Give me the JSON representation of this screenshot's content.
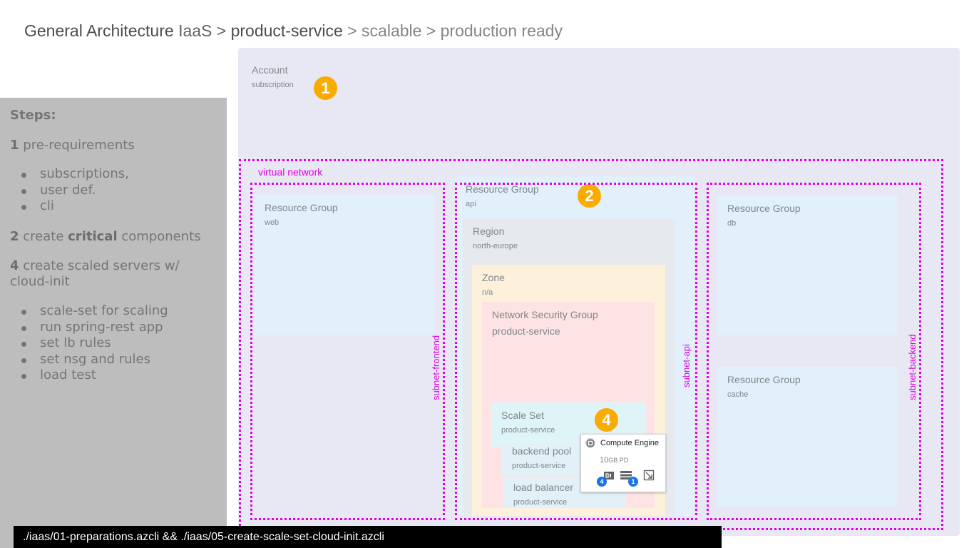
{
  "header": {
    "part1": "General Architecture",
    "part2": "IaaS >",
    "part3": "product-service",
    "part4": "> scalable > production ready"
  },
  "steps": {
    "heading": "Steps:",
    "step1": {
      "num": "1",
      "text": "pre-requirements"
    },
    "step1_items": [
      "subscriptions,",
      "user def.",
      "cli"
    ],
    "step2": {
      "num": "2",
      "pre": "create",
      "strong": "critical",
      "post": "components"
    },
    "step4": {
      "num": "4",
      "line1": "create scaled servers w/",
      "line2": "cloud-init"
    },
    "step4_items": [
      "scale-set for scaling",
      "run spring-rest app",
      "set lb rules",
      "set nsg and rules",
      "load test"
    ]
  },
  "diagram": {
    "account": {
      "label": "Account",
      "sub": "subscription",
      "badge": "1"
    },
    "vnet": {
      "label": "virtual network"
    },
    "subnets": {
      "frontend": "subnet-frontend",
      "api": "subnet-api",
      "backend": "subnet-backend"
    },
    "rg_web": {
      "label": "Resource Group",
      "sub": "web"
    },
    "rg_api": {
      "label": "Resource Group",
      "sub": "api",
      "badge": "2"
    },
    "rg_db": {
      "label": "Resource Group",
      "sub": "db"
    },
    "rg_cache": {
      "label": "Resource Group",
      "sub": "cache"
    },
    "region": {
      "label": "Region",
      "sub": "north-europe"
    },
    "zone": {
      "label": "Zone",
      "sub": "n/a"
    },
    "nsg": {
      "label": "Network Security Group",
      "sub": "product-service"
    },
    "scale_set": {
      "label": "Scale Set",
      "sub": "product-service",
      "badge": "4"
    },
    "backend_pool": {
      "label": "backend pool",
      "sub": "product-service"
    },
    "load_balancer": {
      "label": "load balancer",
      "sub": "product-service"
    },
    "compute_engine": {
      "name": "Compute Engine",
      "pd_num": "10",
      "pd_unit": "GB PD",
      "count_instances": "4",
      "count_disks": "1"
    }
  },
  "command": "./iaas/01-preparations.azcli && ./iaas/05-create-scale-set-cloud-init.azcli",
  "colors": {
    "badge": "#f9ab00",
    "subnet": "#e000e0",
    "mini_badge": "#1a73e8"
  }
}
